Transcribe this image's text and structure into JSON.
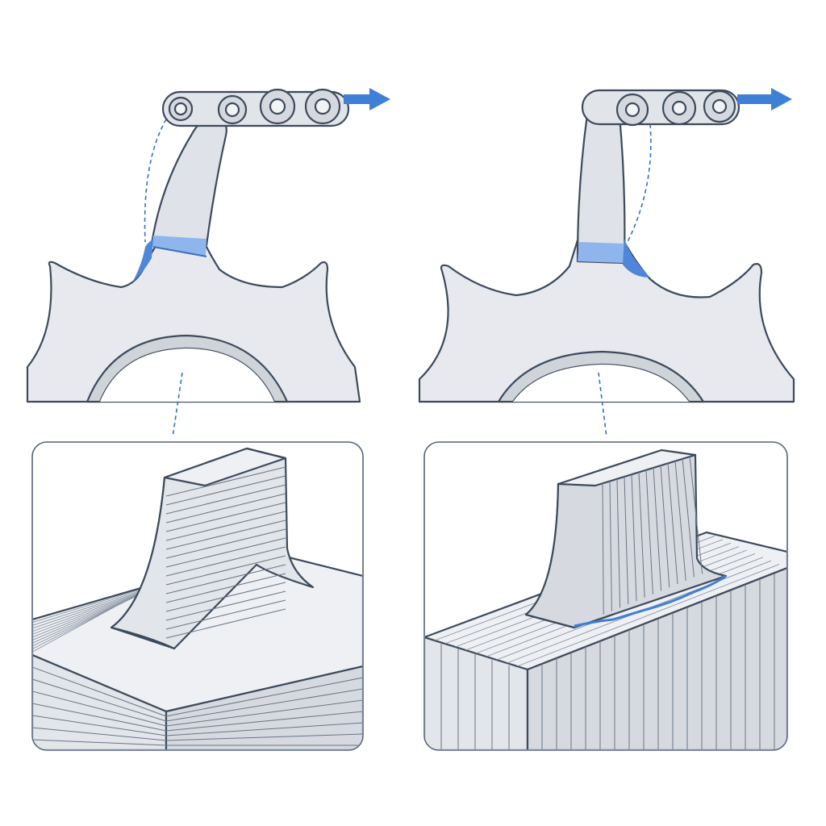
{
  "figure": {
    "panels": [
      {
        "id": "left",
        "description_keys": [
          "sprocket-tooth",
          "chain",
          "fillet-stress",
          "laminate-detail"
        ]
      },
      {
        "id": "right",
        "description_keys": [
          "sprocket-tooth",
          "chain",
          "root-stress",
          "laminate-detail"
        ]
      }
    ],
    "colors": {
      "accent": "#3f7fd6",
      "stress": "#4f86d9",
      "outline": "#3d4a5c",
      "metal": "#e7e9ee"
    },
    "icons": {
      "pull_direction": "arrow-right-icon"
    }
  }
}
